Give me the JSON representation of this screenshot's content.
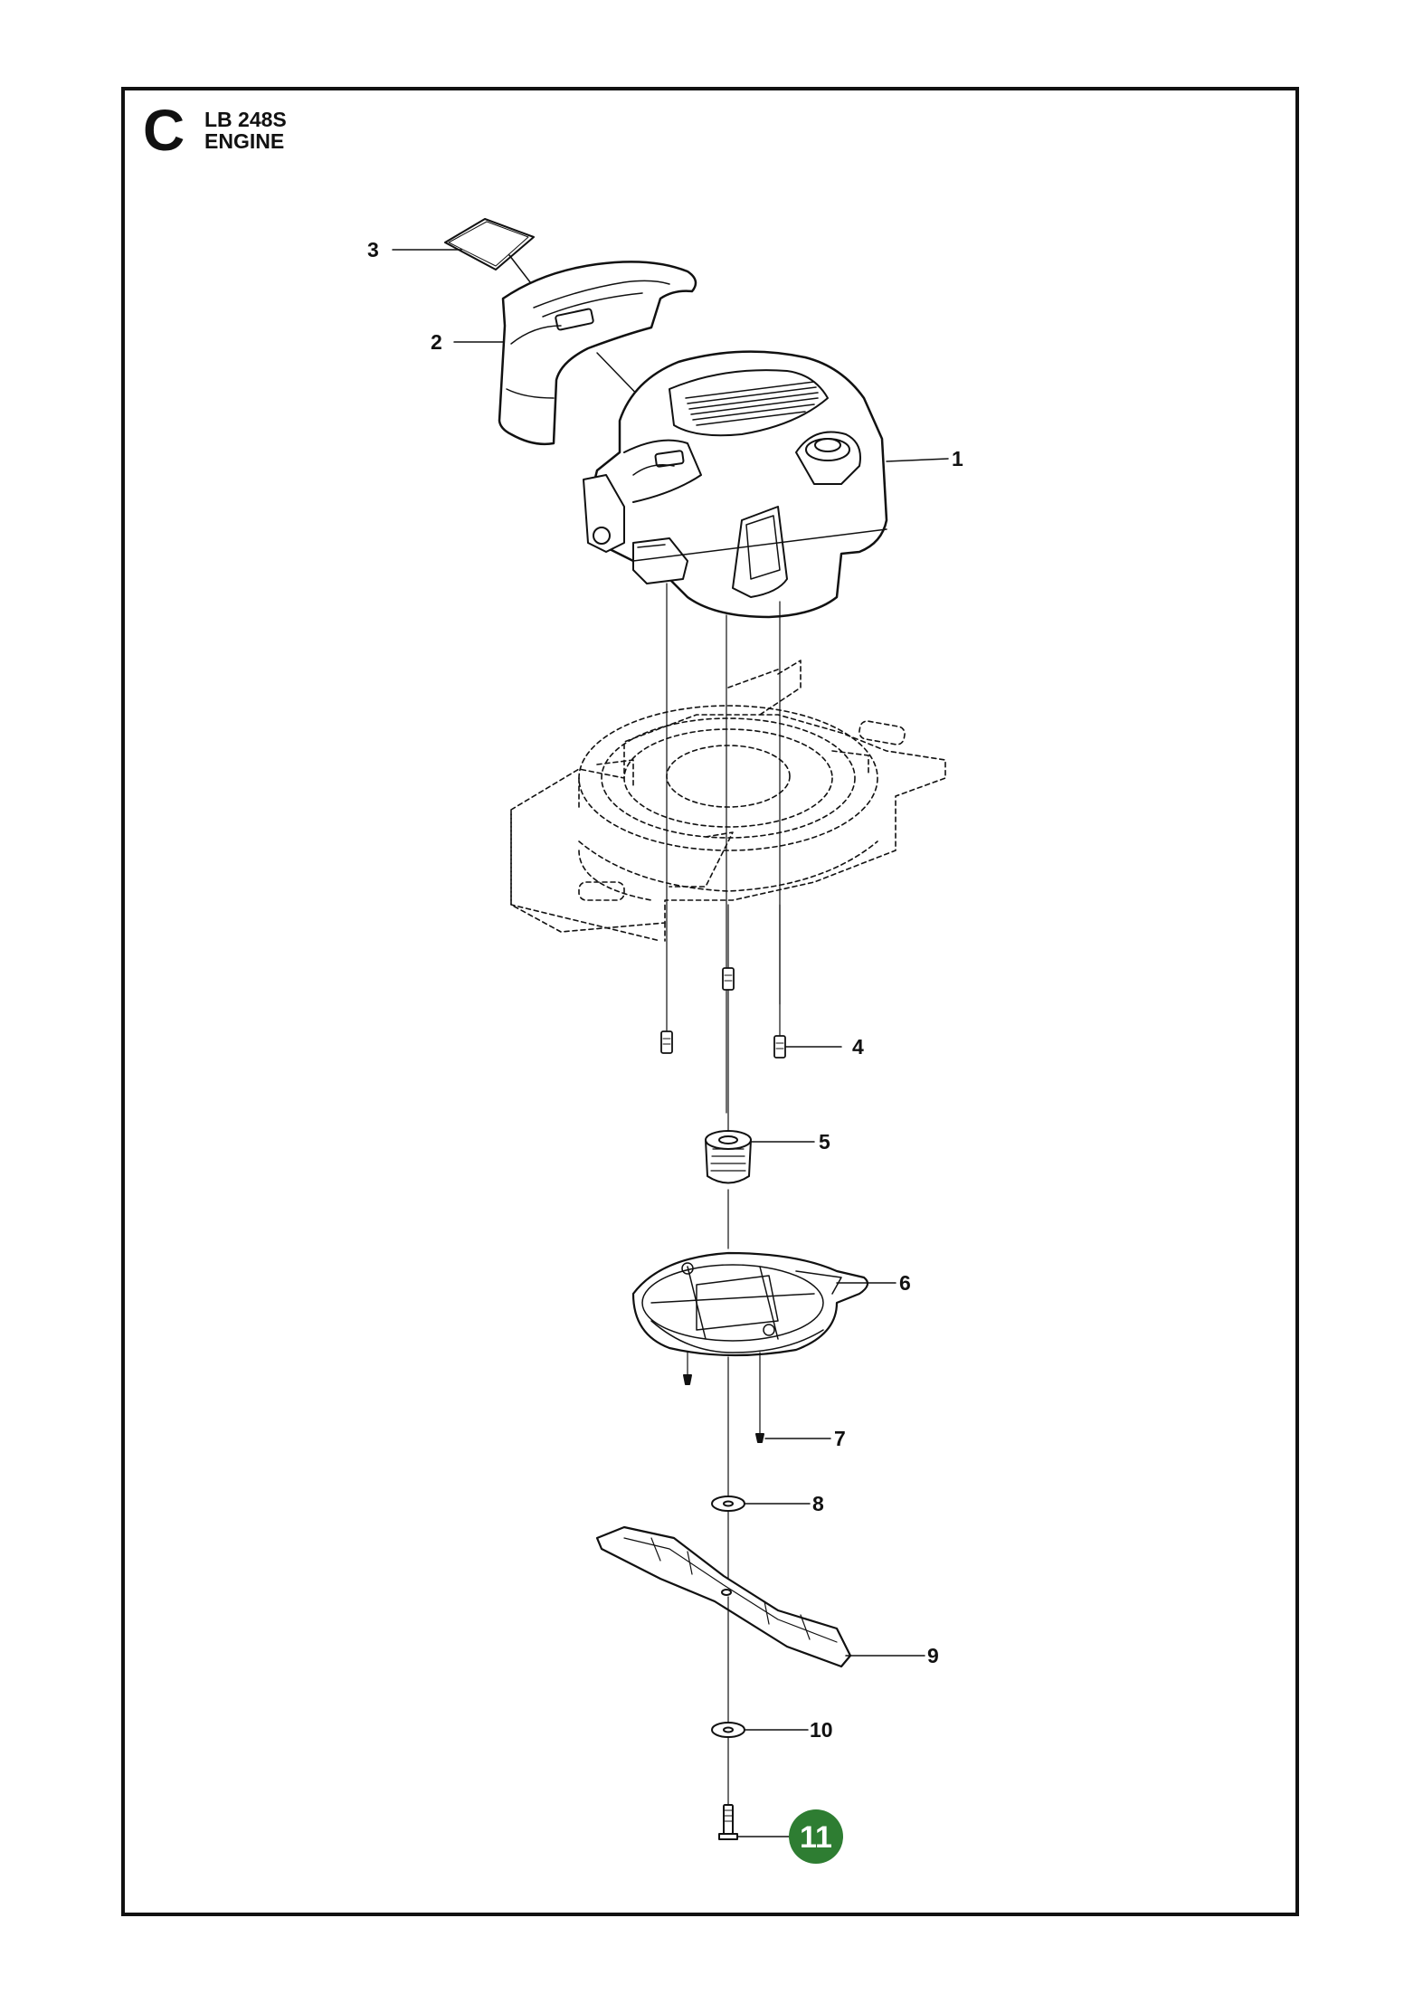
{
  "header": {
    "section_letter": "C",
    "model": "LB 248S",
    "title": "ENGINE"
  },
  "callouts": [
    {
      "id": "1",
      "text": "1"
    },
    {
      "id": "2",
      "text": "2"
    },
    {
      "id": "3",
      "text": "3"
    },
    {
      "id": "4",
      "text": "4"
    },
    {
      "id": "5",
      "text": "5"
    },
    {
      "id": "6",
      "text": "6"
    },
    {
      "id": "7",
      "text": "7"
    },
    {
      "id": "8",
      "text": "8"
    },
    {
      "id": "9",
      "text": "9"
    },
    {
      "id": "10",
      "text": "10"
    },
    {
      "id": "11",
      "text": "11",
      "highlighted": true
    }
  ],
  "colors": {
    "highlight_badge": "#2e7d32",
    "line": "#111111"
  }
}
